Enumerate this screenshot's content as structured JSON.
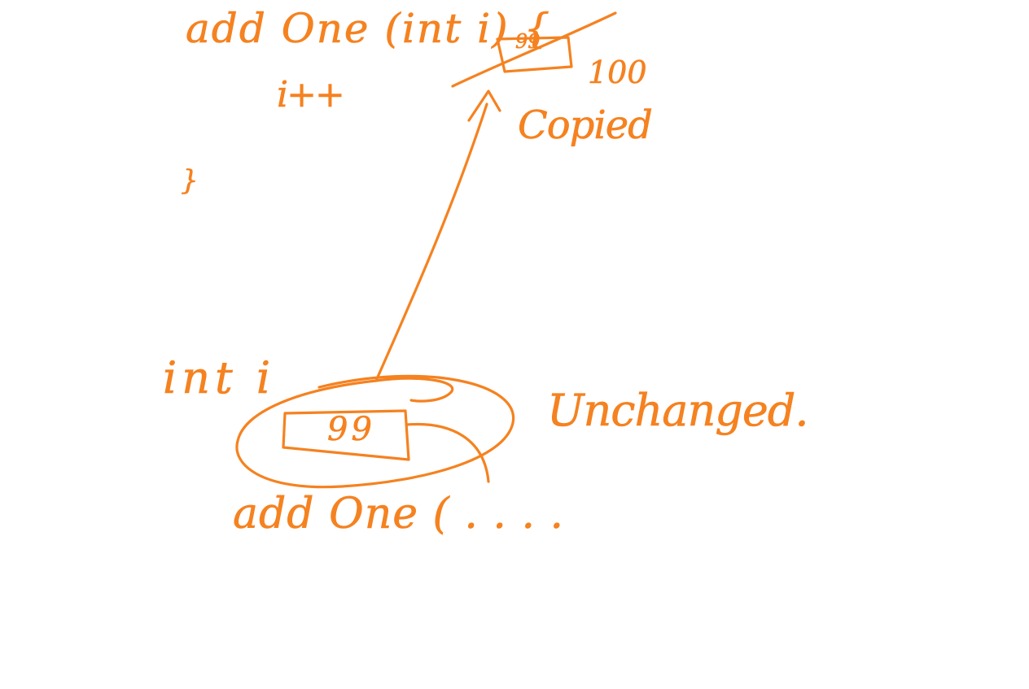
{
  "ink_color": "#f58220",
  "annotations": {
    "function_signature": "add One (int i) {",
    "increment_statement": "i++",
    "closing_brace": "}",
    "copied_old_value": "99",
    "copied_new_value": "100",
    "copied_label": "Copied",
    "declaration": "int i",
    "original_value": "99",
    "unchanged_label": "Unchanged.",
    "call_expression": "add One ( . . . ."
  }
}
